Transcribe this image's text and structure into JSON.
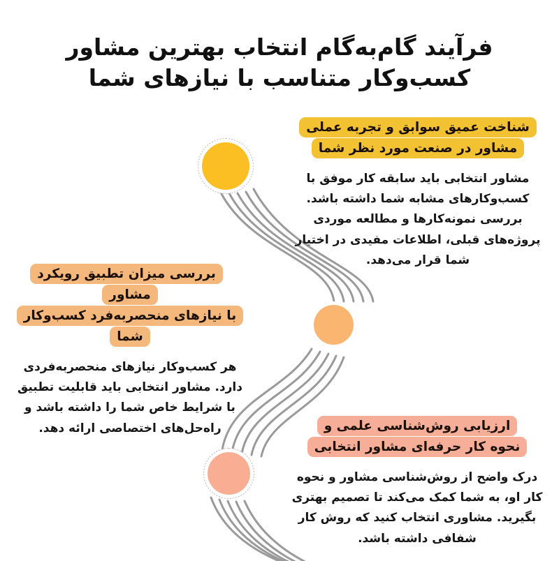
{
  "page": {
    "title_lines": [
      "فرآیند گام‌به‌گام انتخاب بهترین مشاور",
      "کسب‌وکار متناسب با نیازهای شما"
    ],
    "background_color": "#ffffff",
    "direction": "rtl",
    "language": "fa"
  },
  "connector": {
    "line_color": "#9a9a9a",
    "line_count": 5,
    "line_width": 3
  },
  "steps": [
    {
      "index": 1,
      "node": {
        "name": "step-1-node",
        "fill_color": "#FBBF24",
        "ring_color": "#b9b9b9",
        "ring_style": "dotted"
      },
      "badge": {
        "background_color": "#F3C233",
        "text_color": "#1a1008",
        "lines": [
          "شناخت عمیق سوابق و تجربه عملی",
          "مشاور در صنعت مورد نظر شما"
        ]
      },
      "body": "مشاور انتخابی باید سابقه کار موفق با کسب‌وکارهای مشابه شما داشته باشد. بررسی نمونه‌کارها و مطالعه موردی پروژه‌های قبلی، اطلاعات مفیدی در اختیار شما قرار می‌دهد."
    },
    {
      "index": 2,
      "node": {
        "name": "step-2-node",
        "fill_color": "#FAB571",
        "ring_color": "#b9b9b9",
        "ring_style": "dotted"
      },
      "badge": {
        "background_color": "#F5B87C",
        "text_color": "#1a1008",
        "lines": [
          "بررسی میزان تطبیق رویکرد مشاور",
          "با نیازهای منحصربه‌فرد کسب‌وکار",
          "شما"
        ]
      },
      "body": "هر کسب‌وکار نیازهای منحصربه‌فردی دارد. مشاور انتخابی باید قابلیت تطبیق با شرایط خاص شما را داشته باشد و راه‌حل‌های اختصاصی ارائه دهد."
    },
    {
      "index": 3,
      "node": {
        "name": "step-3-node",
        "fill_color": "#F9AE94",
        "ring_color": "#b9b9b9",
        "ring_style": "dotted"
      },
      "badge": {
        "background_color": "#F7AE99",
        "text_color": "#1a1008",
        "lines": [
          "ارزیابی روش‌شناسی علمی و",
          "نحوه کار حرفه‌ای مشاور انتخابی"
        ]
      },
      "body": "درک واضح از روش‌شناسی مشاور و نحوه کار او، به شما کمک می‌کند تا تصمیم بهتری بگیرید. مشاوری انتخاب کنید که روش کار شفافی داشته باشد."
    }
  ]
}
